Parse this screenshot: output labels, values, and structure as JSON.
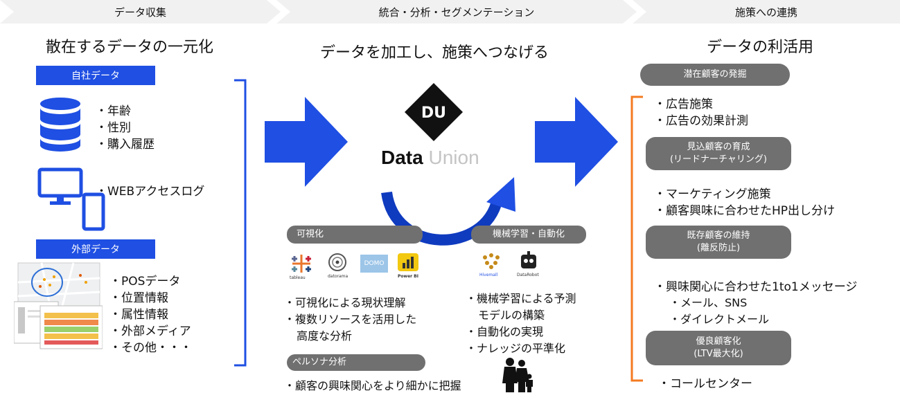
{
  "colors": {
    "chevron": "#f1f1f1",
    "blue": "#1f4fe3",
    "gray": "#707070",
    "orange": "#f47a20",
    "navy": "#0f3bbf"
  },
  "steps": [
    {
      "label": "データ収集"
    },
    {
      "label": "統合・分析・セグメンテーション"
    },
    {
      "label": "施策への連携"
    }
  ],
  "collect": {
    "heading": "散在するデータの一元化",
    "internal": {
      "label": "自社データ",
      "items": [
        "・年齢",
        "・性別",
        "・購入履歴"
      ],
      "web": "・WEBアクセスログ"
    },
    "external": {
      "label": "外部データ",
      "items": [
        "・POSデータ",
        "・位置情報",
        "・属性情報",
        "・外部メディア",
        "・その他・・・"
      ]
    }
  },
  "analyze": {
    "heading": "データを加工し、施策へつなげる",
    "logo": {
      "mark": "DU",
      "word1": "Data",
      "word2": "Union"
    },
    "visualize": {
      "label": "可視化",
      "tools": [
        "tableau",
        "datorama",
        "DOMO",
        "Power BI"
      ],
      "items": [
        "・可視化による現状理解",
        "・複数リソースを活用した",
        "高度な分析"
      ]
    },
    "ml": {
      "label": "機械学習・自動化",
      "tools": [
        "Hivemall",
        "DataRobot"
      ],
      "items": [
        "・機械学習による予測",
        "モデルの構築",
        "・自動化の実現",
        "・ナレッジの平準化"
      ]
    },
    "persona": {
      "label": "ペルソナ分析",
      "item": "・顧客の興味関心をより細かに把握"
    }
  },
  "use": {
    "heading": "データの利活用",
    "stages": [
      {
        "title": "潜在顧客の発掘",
        "items": [
          "・広告施策",
          "・広告の効果計測"
        ]
      },
      {
        "title": "見込顧客の育成",
        "subtitle": "(リードナーチャリング)",
        "items": [
          "・マーケティング施策",
          "・顧客興味に合わせたHP出し分け"
        ]
      },
      {
        "title": "既存顧客の維持",
        "subtitle": "(離反防止)",
        "items": [
          "・興味関心に合わせた1to1メッセージ",
          "・メール、SNS",
          "・ダイレクトメール"
        ]
      },
      {
        "title": "優良顧客化",
        "subtitle": "(LTV最大化)",
        "items": [
          "・コールセンター"
        ]
      }
    ]
  }
}
